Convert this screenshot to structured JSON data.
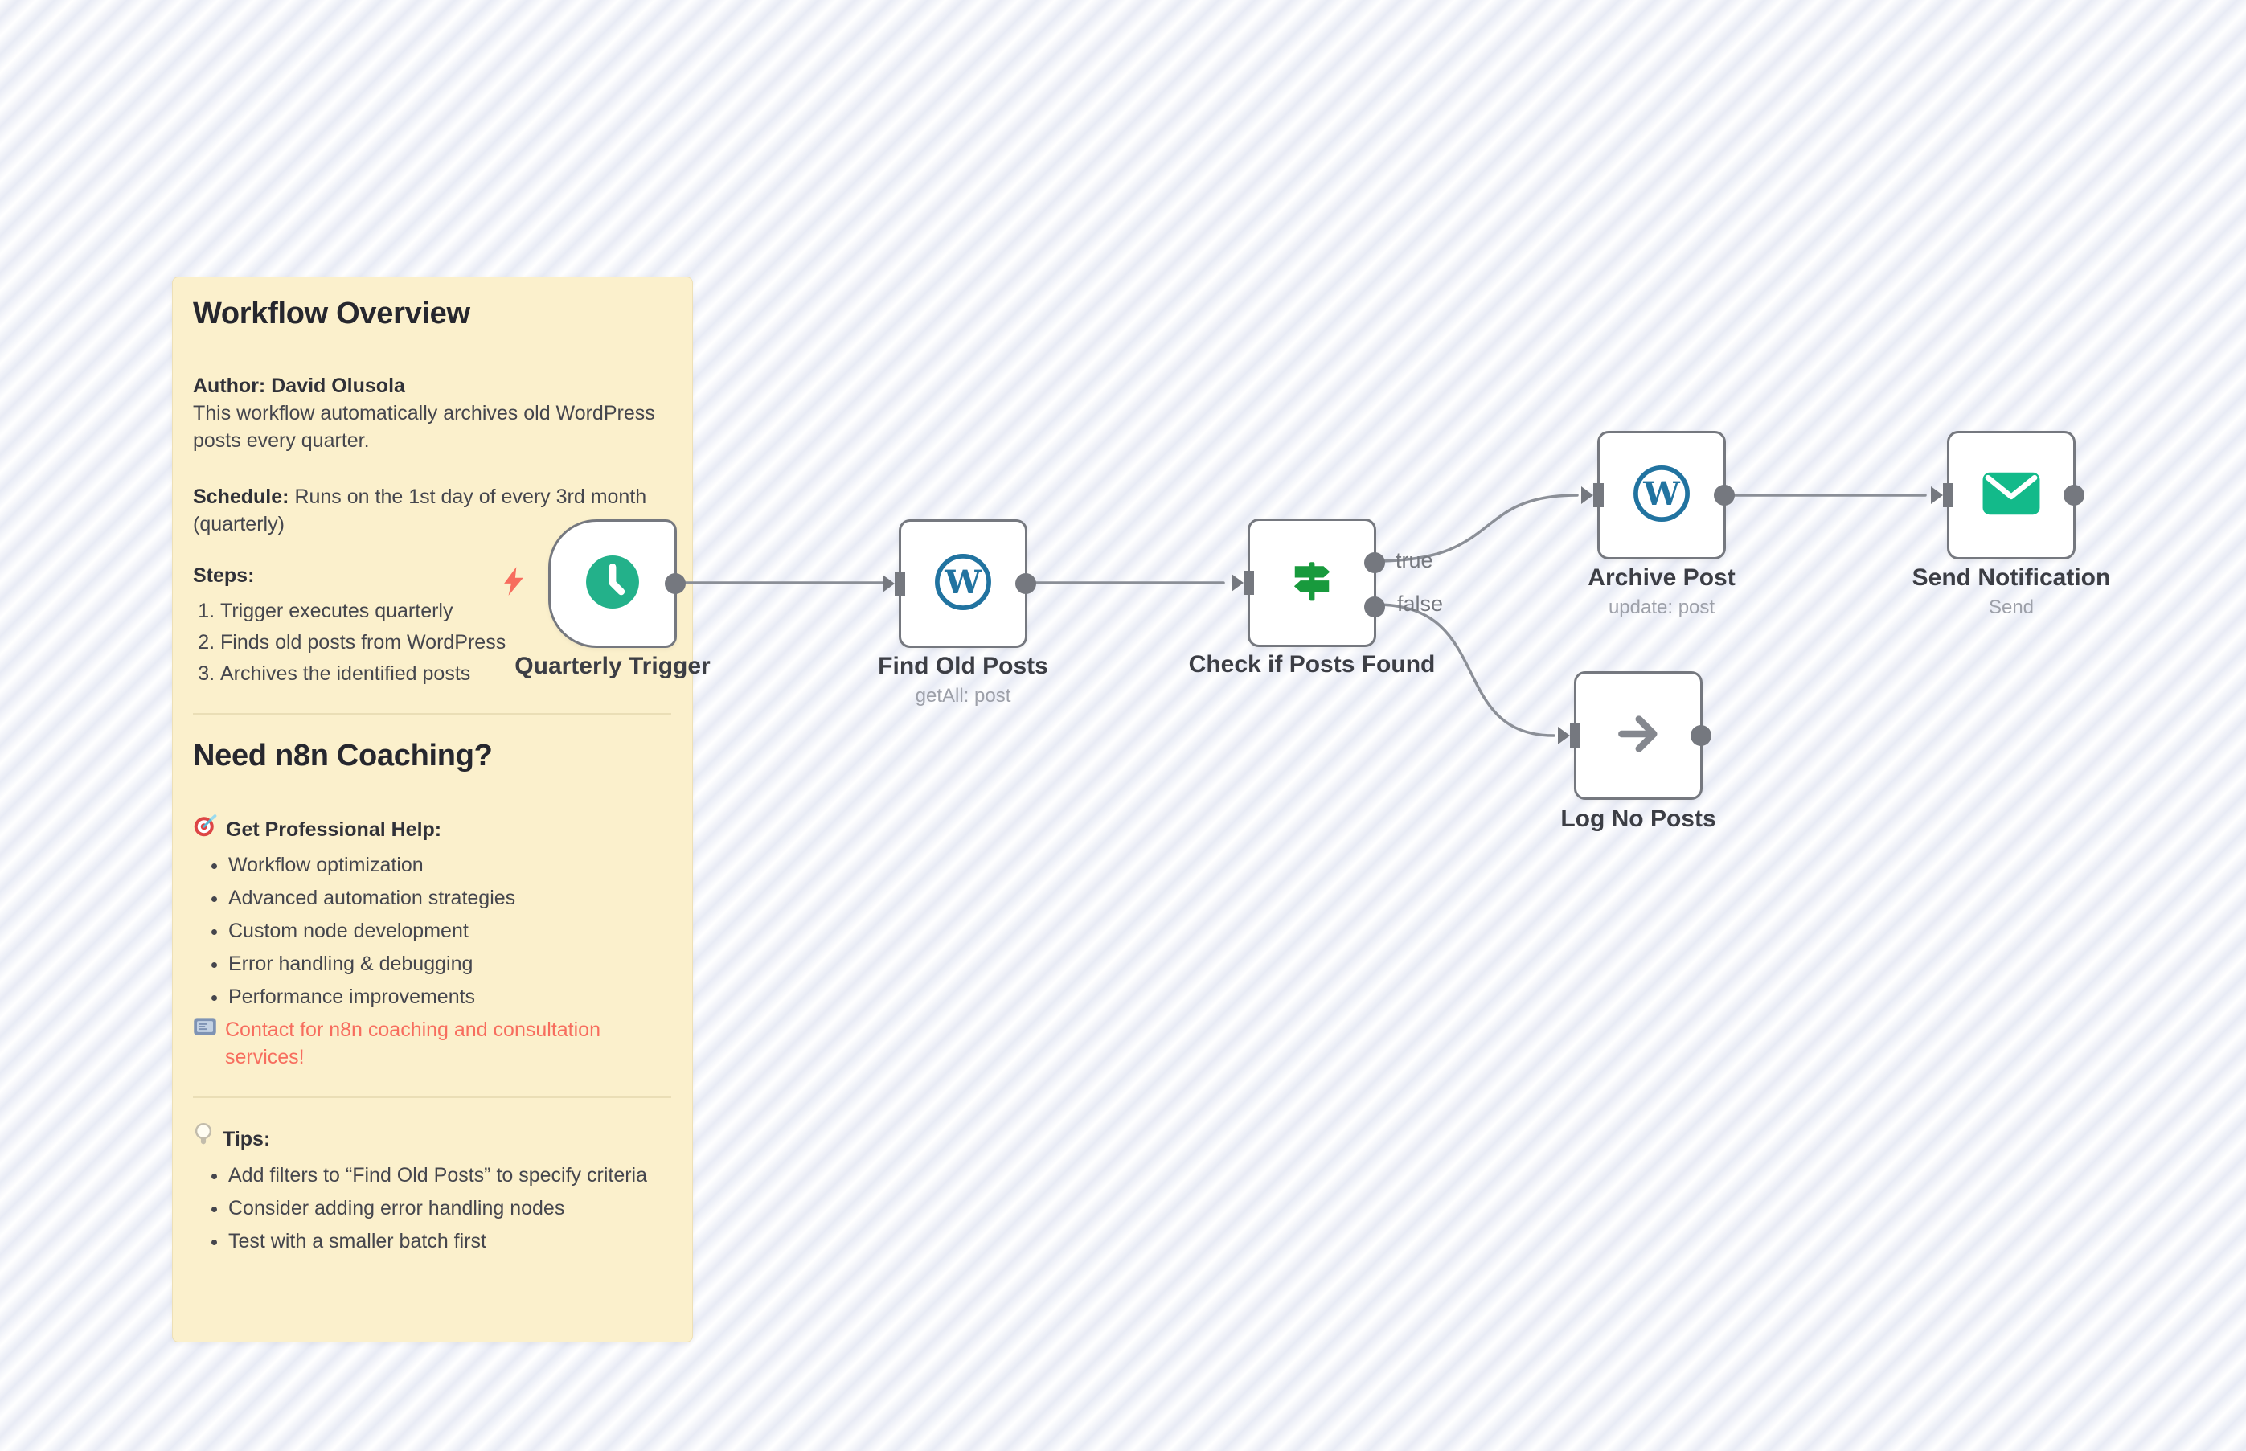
{
  "sticky": {
    "title": "Workflow Overview",
    "author_label": "Author:",
    "author_value": "David Olusola",
    "description": "This workflow automatically archives old WordPress posts every quarter.",
    "schedule_label": "Schedule:",
    "schedule_value": "Runs on the 1st day of every 3rd month (quarterly)",
    "steps_label": "Steps:",
    "steps": [
      "Trigger executes quarterly",
      "Finds old posts from WordPress",
      "Archives the identified posts"
    ],
    "coaching_title": "Need n8n Coaching?",
    "help_heading": "Get Professional Help:",
    "help_items": [
      "Workflow optimization",
      "Advanced automation strategies",
      "Custom node development",
      "Error handling & debugging",
      "Performance improvements"
    ],
    "contact_text": "Contact for n8n coaching and consultation services!",
    "tips_heading": "Tips:",
    "tips": [
      "Add filters to “Find Old Posts” to specify criteria",
      "Consider adding error handling nodes",
      "Test with a smaller batch first"
    ]
  },
  "nodes": {
    "trigger": {
      "label": "Quarterly Trigger",
      "icon": "clock"
    },
    "find": {
      "label": "Find Old Posts",
      "subtitle": "getAll: post",
      "icon": "wordpress"
    },
    "check": {
      "label": "Check if Posts Found",
      "icon": "signpost"
    },
    "archive": {
      "label": "Archive Post",
      "subtitle": "update: post",
      "icon": "wordpress"
    },
    "send": {
      "label": "Send Notification",
      "subtitle": "Send",
      "icon": "envelope"
    },
    "log": {
      "label": "Log No Posts",
      "icon": "arrow-right"
    }
  },
  "branches": {
    "true_label": "true",
    "false_label": "false"
  },
  "colors": {
    "sticky_bg": "#fbf0cc",
    "accent_red": "#f76d5e",
    "node_border": "#75787f",
    "connector": "#8b8f97",
    "clock_green": "#23b18a",
    "wordpress_blue": "#2173a0",
    "if_green": "#189a3d",
    "envelope_green": "#13ba8a",
    "canvas_stripe": "#e8ebf5"
  }
}
